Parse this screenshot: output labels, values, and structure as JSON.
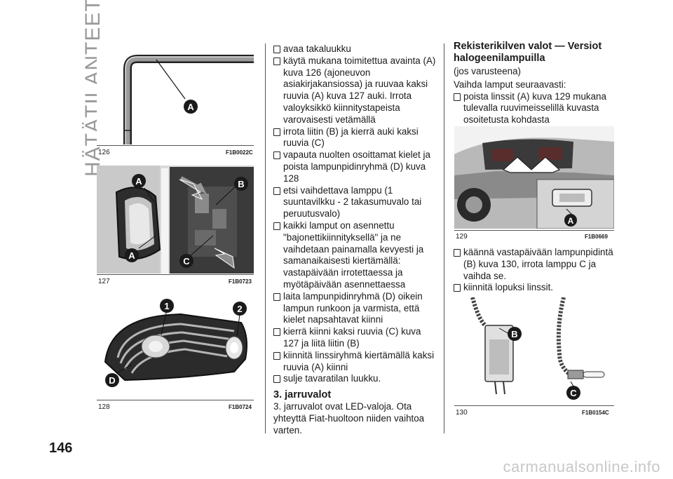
{
  "side_title": "HÄTÄTILANTEET",
  "page_number": "146",
  "watermark": "carmanualsonline.info",
  "figures": {
    "f126": {
      "num": "126",
      "code": "F1B0022C",
      "labels": [
        "A"
      ]
    },
    "f127": {
      "num": "127",
      "code": "F1B0723",
      "labels": [
        "A",
        "B",
        "A",
        "C"
      ]
    },
    "f128": {
      "num": "128",
      "code": "F1B0724",
      "labels": [
        "1",
        "2",
        "D"
      ]
    },
    "f129": {
      "num": "129",
      "code": "F1B0669",
      "labels": [
        "A"
      ]
    },
    "f130": {
      "num": "130",
      "code": "F1B0154C",
      "labels": [
        "B",
        "C"
      ]
    }
  },
  "middle": {
    "items": [
      "avaa takaluukku",
      "käytä mukana toimitettua avainta (A) kuva 126 (ajoneuvon asiakirjakansiossa) ja ruuvaa kaksi ruuvia (A) kuva 127 auki. Irrota valoyksikkö kiinnitystapeista varovaisesti vetämällä",
      "irrota liitin (B) ja kierrä auki kaksi ruuvia (C)",
      "vapauta nuolten osoittamat kielet ja poista lampunpidinryhmä (D) kuva 128",
      "etsi vaihdettava lamppu (1 suuntavilkku - 2 takasumuvalo tai peruutusvalo)",
      "kaikki lamput on asennettu \"bajonettikiinnityksellä\" ja ne vaihdetaan painamalla kevyesti ja samanaikaisesti kiertämällä: vastapäivään irrotettaessa ja myötäpäivään asennettaessa",
      "laita lampunpidinryhmä (D) oikein lampun runkoon ja varmista, että kielet napsahtavat kiinni",
      "kierrä kiinni kaksi ruuvia (C) kuva 127 ja liitä liitin (B)",
      "kiinnitä linssiryhmä kiertämällä kaksi ruuvia (A) kiinni",
      "sulje tavaratilan luukku."
    ],
    "heading": "3. jarruvalot",
    "para": "3. jarruvalot ovat LED-valoja. Ota yhteyttä Fiat-huoltoon niiden vaihtoa varten."
  },
  "right": {
    "heading": "Rekisterikilven valot — Versiot halogeenilampuilla",
    "sub": "(jos varusteena)",
    "intro": "Vaihda lamput seuraavasti:",
    "items1": [
      "poista linssit (A) kuva 129 mukana tulevalla ruuvimeisselillä kuvasta osoitetusta kohdasta"
    ],
    "items2": [
      "käännä vastapäivään lampunpidintä (B) kuva 130, irrota lamppu C ja vaihda se.",
      "kiinnitä lopuksi linssit."
    ]
  }
}
